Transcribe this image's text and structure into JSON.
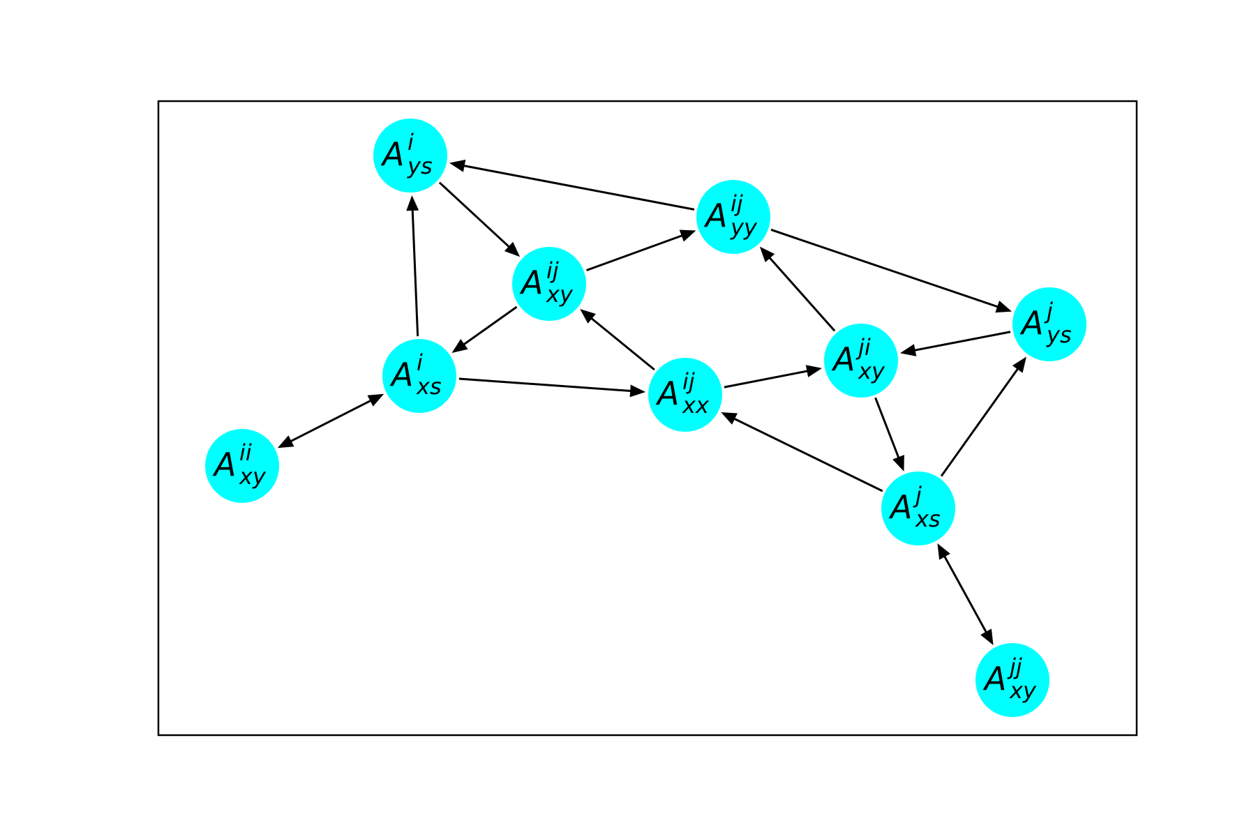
{
  "graph": {
    "node_color": "#00FFFF",
    "edge_color": "#000000",
    "nodes": [
      {
        "id": "Ays_i",
        "base": "A",
        "sup": "i",
        "sub": "ys"
      },
      {
        "id": "Ayy_ij",
        "base": "A",
        "sup": "ij",
        "sub": "yy"
      },
      {
        "id": "Axy_ij",
        "base": "A",
        "sup": "ij",
        "sub": "xy"
      },
      {
        "id": "Axs_i",
        "base": "A",
        "sup": "i",
        "sub": "xs"
      },
      {
        "id": "Axy_ii",
        "base": "A",
        "sup": "ii",
        "sub": "xy"
      },
      {
        "id": "Axx_ij",
        "base": "A",
        "sup": "ij",
        "sub": "xx"
      },
      {
        "id": "Axy_ji",
        "base": "A",
        "sup": "ji",
        "sub": "xy"
      },
      {
        "id": "Ays_j",
        "base": "A",
        "sup": "j",
        "sub": "ys"
      },
      {
        "id": "Axs_j",
        "base": "A",
        "sup": "j",
        "sub": "xs"
      },
      {
        "id": "Axy_jj",
        "base": "A",
        "sup": "jj",
        "sub": "xy"
      }
    ],
    "edges": [
      {
        "from": "Ayy_ij",
        "to": "Ays_i",
        "bidirectional": false
      },
      {
        "from": "Ays_i",
        "to": "Axy_ij",
        "bidirectional": false
      },
      {
        "from": "Axs_i",
        "to": "Ays_i",
        "bidirectional": false
      },
      {
        "from": "Axy_ij",
        "to": "Ayy_ij",
        "bidirectional": false
      },
      {
        "from": "Axy_ij",
        "to": "Axs_i",
        "bidirectional": false
      },
      {
        "from": "Axx_ij",
        "to": "Axy_ij",
        "bidirectional": false
      },
      {
        "from": "Axs_i",
        "to": "Axx_ij",
        "bidirectional": false
      },
      {
        "from": "Axs_i",
        "to": "Axy_ii",
        "bidirectional": true
      },
      {
        "from": "Ayy_ij",
        "to": "Ays_j",
        "bidirectional": false
      },
      {
        "from": "Axy_ji",
        "to": "Ayy_ij",
        "bidirectional": false
      },
      {
        "from": "Ays_j",
        "to": "Axy_ji",
        "bidirectional": false
      },
      {
        "from": "Axx_ij",
        "to": "Axy_ji",
        "bidirectional": false
      },
      {
        "from": "Axy_ji",
        "to": "Axs_j",
        "bidirectional": false
      },
      {
        "from": "Axs_j",
        "to": "Axx_ij",
        "bidirectional": false
      },
      {
        "from": "Axs_j",
        "to": "Ays_j",
        "bidirectional": false
      },
      {
        "from": "Axs_j",
        "to": "Axy_jj",
        "bidirectional": true
      }
    ]
  }
}
